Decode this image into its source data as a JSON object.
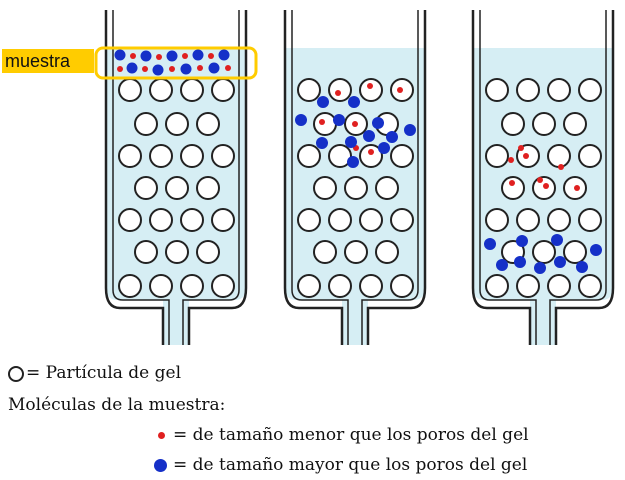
{
  "labels": {
    "muestra": "muestra",
    "gel_particle": "= Partícula de gel",
    "molecules_title": "Moléculas de la muestra:",
    "small_molecule": "= de tamaño menor que los poros del gel",
    "large_molecule": "= de tamaño mayor que los poros del gel"
  },
  "colors": {
    "liquid": "#d6eef4",
    "small_molecule": "#e02020",
    "large_molecule": "#1530c8",
    "highlight": "#ffcc00"
  },
  "columns": [
    {
      "name": "column-1",
      "state": "sample-loaded"
    },
    {
      "name": "column-2",
      "state": "separating"
    },
    {
      "name": "column-3",
      "state": "separated"
    }
  ]
}
